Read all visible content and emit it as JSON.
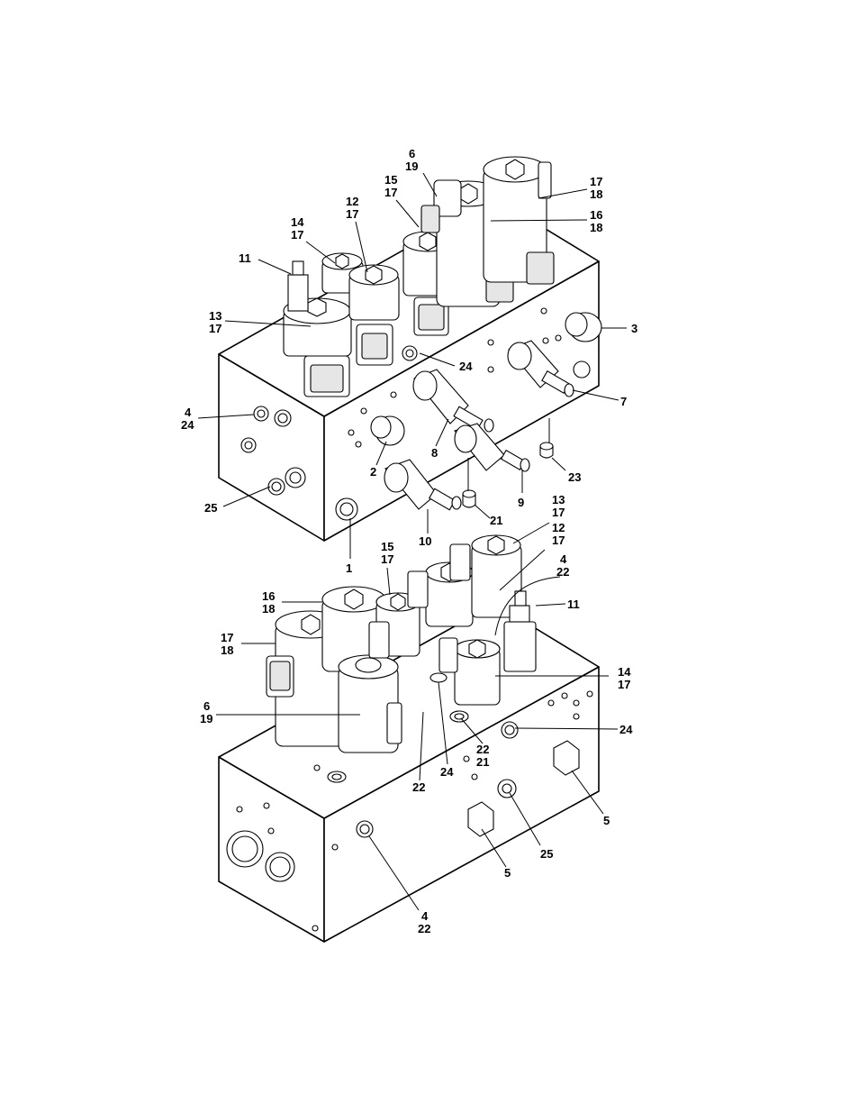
{
  "figure": {
    "upper_view": {
      "callouts": [
        {
          "id": "u-6-19",
          "lines": [
            "6",
            "19"
          ]
        },
        {
          "id": "u-15-17",
          "lines": [
            "15",
            "17"
          ]
        },
        {
          "id": "u-12-17",
          "lines": [
            "12",
            "17"
          ]
        },
        {
          "id": "u-14-17",
          "lines": [
            "14",
            "17"
          ]
        },
        {
          "id": "u-11",
          "lines": [
            "11"
          ]
        },
        {
          "id": "u-13-17",
          "lines": [
            "13",
            "17"
          ]
        },
        {
          "id": "u-17-18",
          "lines": [
            "17",
            "18"
          ]
        },
        {
          "id": "u-16-18",
          "lines": [
            "16",
            "18"
          ]
        },
        {
          "id": "u-3",
          "lines": [
            "3"
          ]
        },
        {
          "id": "u-24",
          "lines": [
            "24"
          ]
        },
        {
          "id": "u-7",
          "lines": [
            "7"
          ]
        },
        {
          "id": "u-4-24",
          "lines": [
            "4",
            "24"
          ]
        },
        {
          "id": "u-8",
          "lines": [
            "8"
          ]
        },
        {
          "id": "u-2",
          "lines": [
            "2"
          ]
        },
        {
          "id": "u-23",
          "lines": [
            "23"
          ]
        },
        {
          "id": "u-9",
          "lines": [
            "9"
          ]
        },
        {
          "id": "u-25",
          "lines": [
            "25"
          ]
        },
        {
          "id": "u-21",
          "lines": [
            "21"
          ]
        },
        {
          "id": "u-10",
          "lines": [
            "10"
          ]
        },
        {
          "id": "u-1",
          "lines": [
            "1"
          ]
        }
      ]
    },
    "lower_view": {
      "callouts": [
        {
          "id": "l-13-17",
          "lines": [
            "13",
            "17"
          ]
        },
        {
          "id": "l-12-17",
          "lines": [
            "12",
            "17"
          ]
        },
        {
          "id": "l-15-17",
          "lines": [
            "15",
            "17"
          ]
        },
        {
          "id": "l-4-22-top",
          "lines": [
            "4",
            "22"
          ]
        },
        {
          "id": "l-16-18",
          "lines": [
            "16",
            "18"
          ]
        },
        {
          "id": "l-11",
          "lines": [
            "11"
          ]
        },
        {
          "id": "l-17-18",
          "lines": [
            "17",
            "18"
          ]
        },
        {
          "id": "l-14-17",
          "lines": [
            "14",
            "17"
          ]
        },
        {
          "id": "l-6-19",
          "lines": [
            "6",
            "19"
          ]
        },
        {
          "id": "l-24-right",
          "lines": [
            "24"
          ]
        },
        {
          "id": "l-22-21",
          "lines": [
            "22",
            "21"
          ]
        },
        {
          "id": "l-24-mid",
          "lines": [
            "24"
          ]
        },
        {
          "id": "l-22",
          "lines": [
            "22"
          ]
        },
        {
          "id": "l-5-right",
          "lines": [
            "5"
          ]
        },
        {
          "id": "l-25",
          "lines": [
            "25"
          ]
        },
        {
          "id": "l-5-mid",
          "lines": [
            "5"
          ]
        },
        {
          "id": "l-4-22-bottom",
          "lines": [
            "4",
            "22"
          ]
        }
      ]
    }
  }
}
